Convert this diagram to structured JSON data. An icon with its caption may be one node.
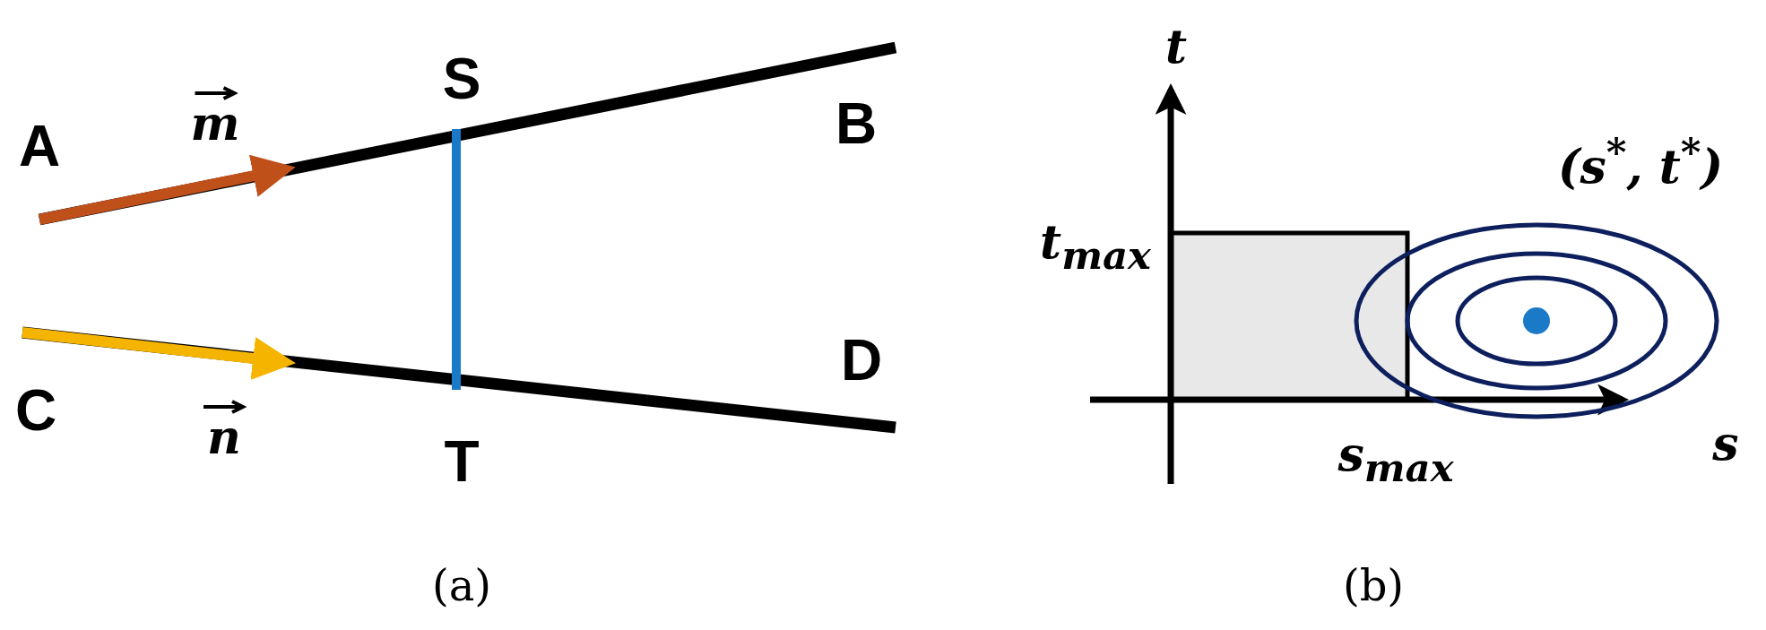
{
  "diagram": {
    "labels": [
      "A",
      "m",
      "S",
      "B",
      "C",
      "n",
      "T",
      "D",
      "(a)",
      "t",
      "t$_{max}$",
      "(s$^{*}$, t$^{*}$)",
      "s",
      "s$_{max}$",
      "(b)"
    ]
  }
}
